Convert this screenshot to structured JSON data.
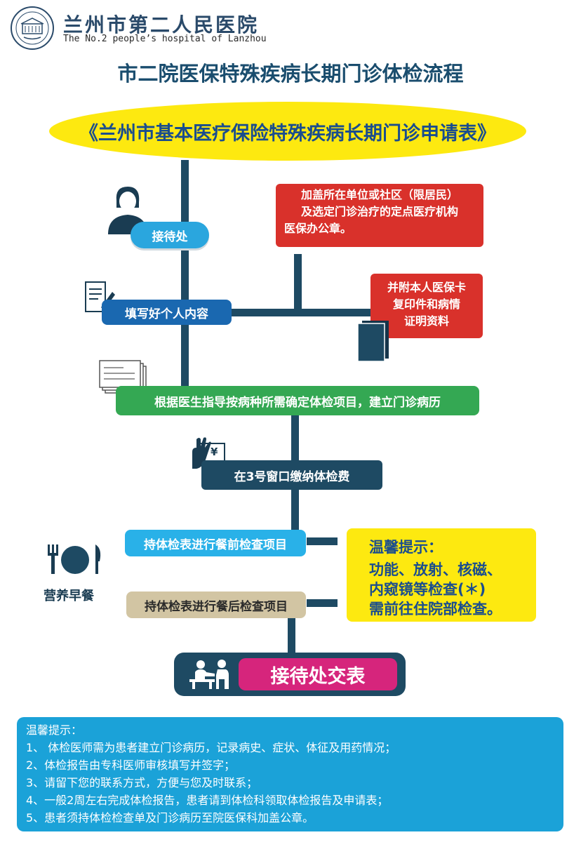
{
  "header": {
    "hospital_name": "兰州市第二人民医院",
    "hospital_en": "The No.2 people’s hospital of Lanzhou"
  },
  "title": "市二院医保特殊疾病长期门诊体检流程",
  "banner": "《兰州市基本医疗保险特殊疾病长期门诊申请表》",
  "steps": {
    "reception": "接待处",
    "fill_form": "填写好个人内容",
    "doctor": "根据医生指导按病种所需确定体检项目，建立门诊病历",
    "pay": "在3号窗口缴纳体检费",
    "pre_meal": "持体检表进行餐前检查项目",
    "post_meal": "持体检表进行餐后检查项目",
    "submit": "接待处交表"
  },
  "side": {
    "stamp_lines": [
      "加盖所在单位或社区（限居民）",
      "及选定门诊治疗的定点医疗机构",
      "医保办公章。"
    ],
    "attach_lines": [
      "并附本人医保卡",
      "复印件和病情",
      "证明资料"
    ],
    "breakfast": "营养早餐",
    "pay_icon_symbol": "¥"
  },
  "tip": {
    "title": "温馨提示：",
    "lines": [
      "功能、放射、核磁、",
      "内窥镜等检查(＊)",
      "需前往住院部检查。"
    ]
  },
  "notes": {
    "title": "温馨提示：",
    "items": [
      "1、 体检医师需为患者建立门诊病历，记录病史、症状、体征及用药情况；",
      "2、体检报告由专科医师审核填写并签字；",
      "3、请留下您的联系方式，方便与您及时联系；",
      "4、一般2周左右完成体检报告，患者请到体检科领取体检报告及申请表；",
      "5、患者须持体检检查单及门诊病历至院医保科加盖公章。"
    ]
  },
  "colors": {
    "navy": "#1e4a63",
    "yellow": "#fde910",
    "red": "#d9312b",
    "green": "#34a853",
    "light_blue": "#1ba2d8",
    "blue": "#1a68b0",
    "magenta": "#d6257c",
    "tan": "#d2c5a3"
  }
}
